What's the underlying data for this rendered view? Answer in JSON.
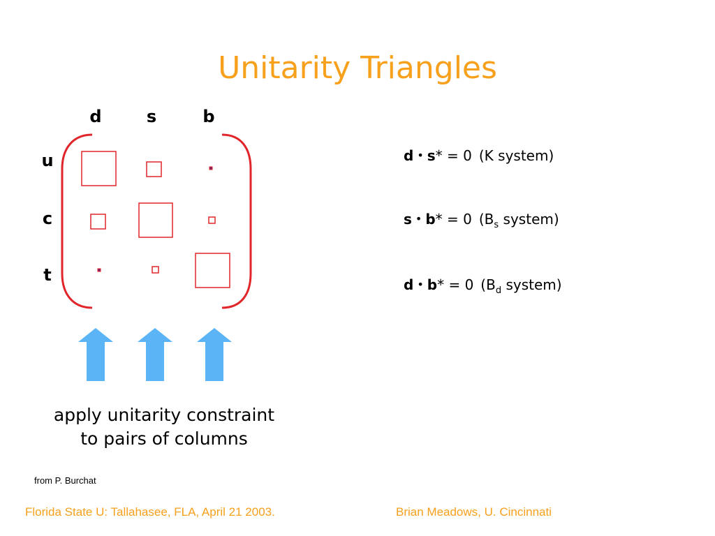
{
  "slide": {
    "title": "Unitarity Triangles",
    "columns": [
      "d",
      "s",
      "b"
    ],
    "rows": [
      "u",
      "c",
      "t"
    ],
    "caption_line1": "apply unitarity constraint",
    "caption_line2": "to pairs of columns",
    "credit": "from P. Burchat"
  },
  "equations": [
    {
      "left": "d",
      "right": "s",
      "rest": "* = 0",
      "system_prefix": "(K system)",
      "system_sub": "",
      "system_suffix": ""
    },
    {
      "left": "s",
      "right": "b",
      "rest": "* = 0",
      "system_prefix": "(B",
      "system_sub": "s",
      "system_suffix": " system)"
    },
    {
      "left": "d",
      "right": "b",
      "rest": "* = 0",
      "system_prefix": "(B",
      "system_sub": "d",
      "system_suffix": " system)"
    }
  ],
  "footer": {
    "left": "Florida State U: Tallahasee, FLA, April 21 2003.",
    "right": "Brian Meadows, U. Cincinnati"
  },
  "colors": {
    "title": "#f7a01c",
    "matrix_red": "#e0262b",
    "arrow_blue": "#5ab4f5",
    "dot_purple": "#7a1e6e"
  }
}
